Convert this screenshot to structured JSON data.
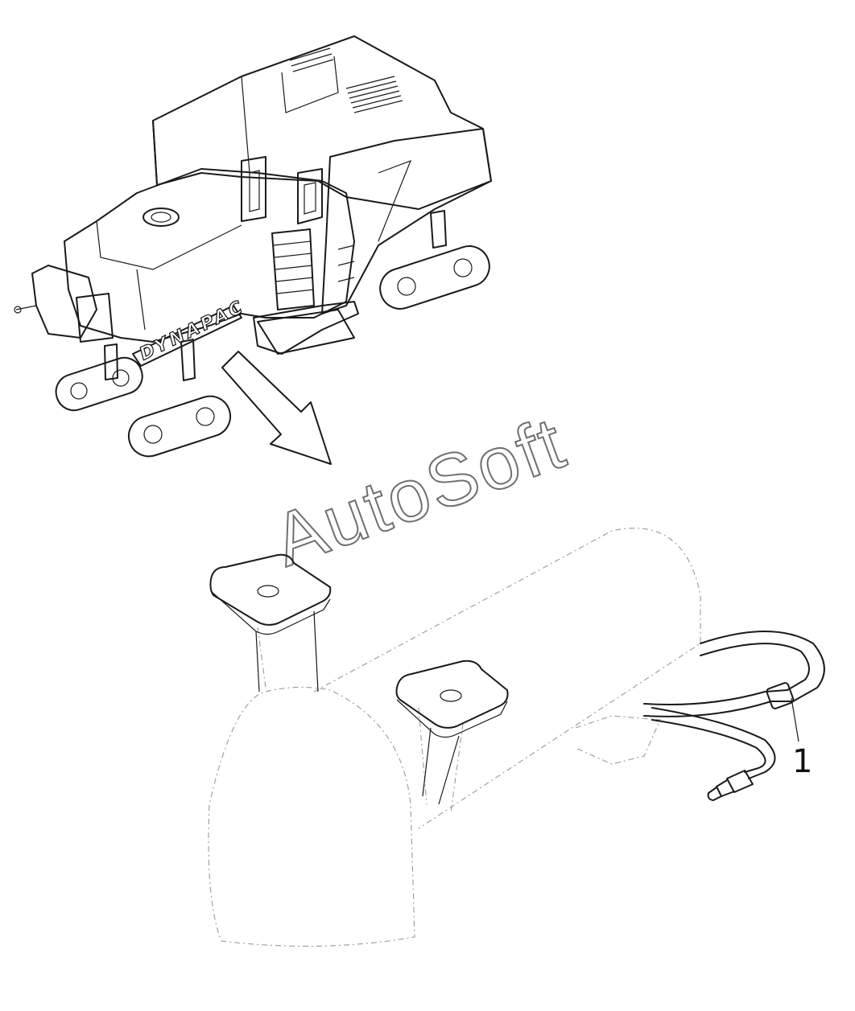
{
  "machine": {
    "brand_text": "DYNAPAC"
  },
  "watermark": {
    "text": "AutoSoft"
  },
  "callouts": [
    {
      "label": "1"
    }
  ]
}
